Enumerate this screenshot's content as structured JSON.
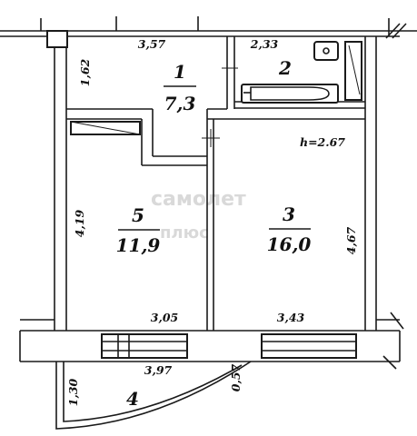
{
  "rooms": [
    {
      "id": "1",
      "area": "7,3"
    },
    {
      "id": "2"
    },
    {
      "id": "3",
      "area": "16,0"
    },
    {
      "id": "4"
    },
    {
      "id": "5",
      "area": "11,9"
    }
  ],
  "dimensions": {
    "top_left": "3,57",
    "top_right": "2,33",
    "hall_depth": "1,62",
    "left_wall": "4,19",
    "right_wall": "4,67",
    "bottom_left": "3,05",
    "bottom_right": "3,43",
    "balcony_width": "3,97",
    "balcony_left": "1,30",
    "balcony_right": "0,57"
  },
  "ceiling_height": "h=2.67",
  "watermark": {
    "line1": "самолет",
    "line2": "плюс"
  }
}
